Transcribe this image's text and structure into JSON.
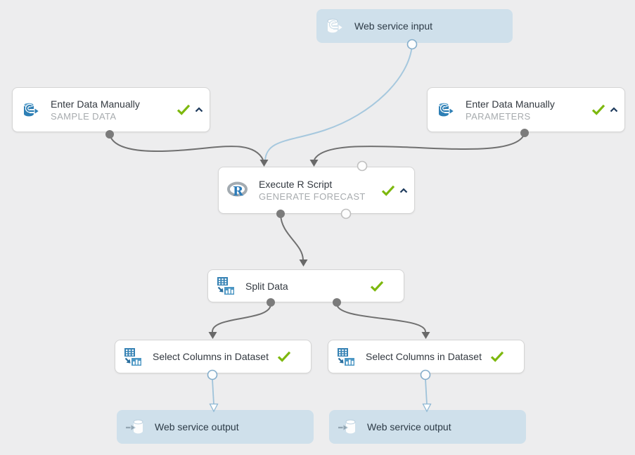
{
  "app": {
    "name": "ml-experiment-canvas"
  },
  "colors": {
    "canvas_bg": "#ededee",
    "endpoint_node_bg": "#cfe0eb",
    "module_node_bg": "#ffffff",
    "module_node_border": "#d5d5d5",
    "title_text": "#333940",
    "subtitle_text": "#a7abae",
    "success_check": "#7db80e",
    "chevron": "#1d3a5c",
    "edge_gray": "#6f6f6f",
    "edge_blue": "#a6c8de",
    "icon_blue": "#2e7fb5"
  },
  "nodes": {
    "web_service_input": {
      "label": "Web service input",
      "icon": "cylinder-arrow-out-icon",
      "type": "web-service-endpoint"
    },
    "enter_data_sample": {
      "title": "Enter Data Manually",
      "subtitle": "SAMPLE DATA",
      "status": "completed",
      "collapsed": true,
      "icon": "cylinder-arrow-icon"
    },
    "enter_data_parameters": {
      "title": "Enter Data Manually",
      "subtitle": "PARAMETERS",
      "status": "completed",
      "collapsed": true,
      "icon": "cylinder-arrow-icon"
    },
    "execute_r_script": {
      "title": "Execute R Script",
      "subtitle": "GENERATE FORECAST",
      "status": "completed",
      "collapsed": true,
      "icon": "r-logo-icon"
    },
    "split_data": {
      "title": "Split Data",
      "status": "completed",
      "icon": "table-split-icon"
    },
    "select_columns_left": {
      "title": "Select Columns in Dataset",
      "status": "completed",
      "icon": "table-split-icon"
    },
    "select_columns_right": {
      "title": "Select Columns in Dataset",
      "status": "completed",
      "icon": "table-split-icon"
    },
    "web_service_output_left": {
      "label": "Web service output",
      "icon": "arrow-into-cylinder-icon",
      "type": "web-service-endpoint"
    },
    "web_service_output_right": {
      "label": "Web service output",
      "icon": "arrow-into-cylinder-icon",
      "type": "web-service-endpoint"
    }
  },
  "edges": [
    {
      "from": "web_service_input",
      "to": "execute_r_script.input1",
      "color": "blue"
    },
    {
      "from": "enter_data_sample.output",
      "to": "execute_r_script.input1",
      "color": "gray"
    },
    {
      "from": "enter_data_parameters.output",
      "to": "execute_r_script.input2",
      "color": "gray"
    },
    {
      "from": "execute_r_script.output1",
      "to": "split_data.input",
      "color": "gray"
    },
    {
      "from": "split_data.output1",
      "to": "select_columns_left.input",
      "color": "gray"
    },
    {
      "from": "split_data.output2",
      "to": "select_columns_right.input",
      "color": "gray"
    },
    {
      "from": "select_columns_left.output",
      "to": "web_service_output_left",
      "color": "blue"
    },
    {
      "from": "select_columns_right.output",
      "to": "web_service_output_right",
      "color": "blue"
    }
  ]
}
